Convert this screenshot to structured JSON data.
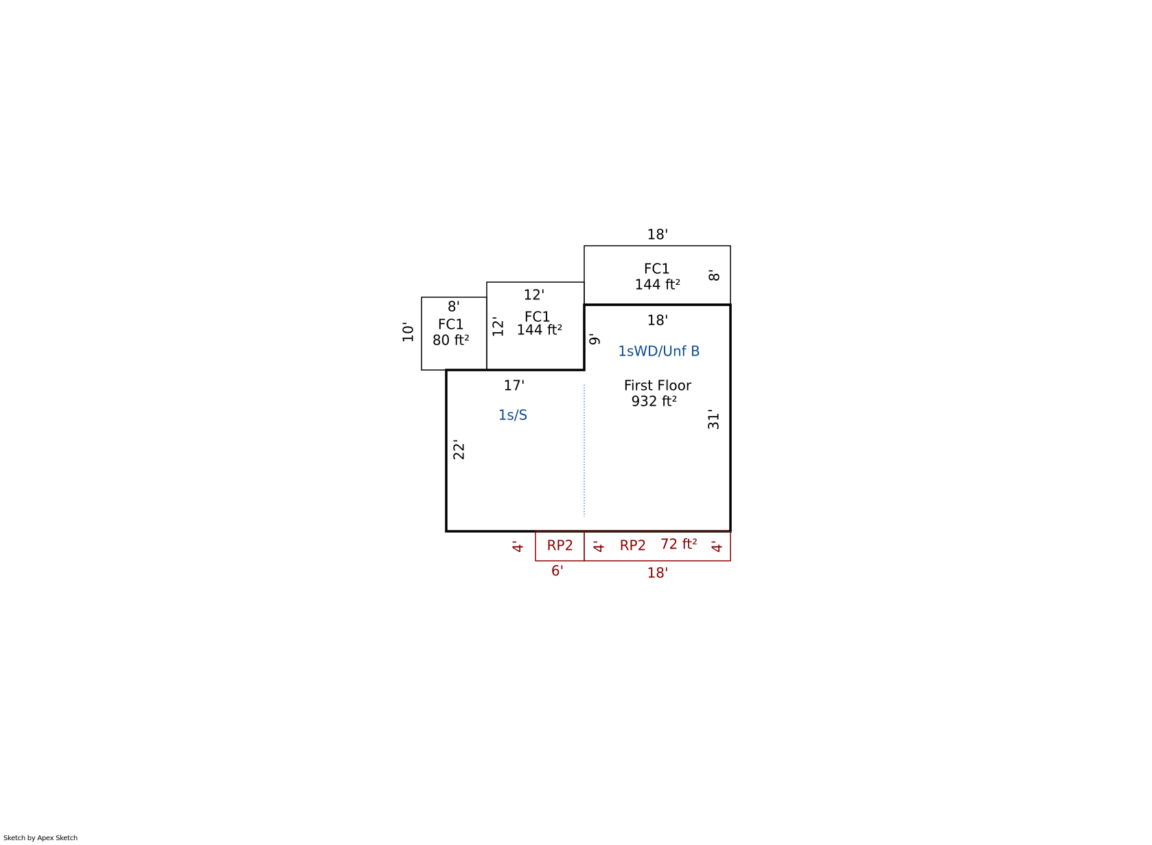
{
  "colors": {
    "outline": "#000000",
    "label_blue": "#0f4a94",
    "porch_red": "#8b0000",
    "divider": "#7a9fd4"
  },
  "areas": {
    "fc1_small": {
      "name": "FC1",
      "area": "80 ft²",
      "top": "8'",
      "side": "10'"
    },
    "fc1_middle": {
      "name": "FC1",
      "area": "144 ft²",
      "top": "12'",
      "side": "12'"
    },
    "fc1_top": {
      "name": "FC1",
      "area": "144 ft²",
      "top": "18'",
      "side": "8'"
    },
    "first_floor": {
      "name": "First Floor",
      "area": "932 ft²",
      "top": "18'",
      "step": "9'",
      "left_top": "17'",
      "left": "22'",
      "right": "31'",
      "code_right": "1sWD/Unf B",
      "code_left": "1s/S"
    },
    "rp2_small": {
      "name": "RP2",
      "side": "4'",
      "bottom": "6'"
    },
    "rp2_large": {
      "name": "RP2",
      "area": "72 ft²",
      "side_left": "4'",
      "side_right": "4'",
      "bottom": "18'"
    }
  },
  "credit": "Sketch by Apex Sketch"
}
